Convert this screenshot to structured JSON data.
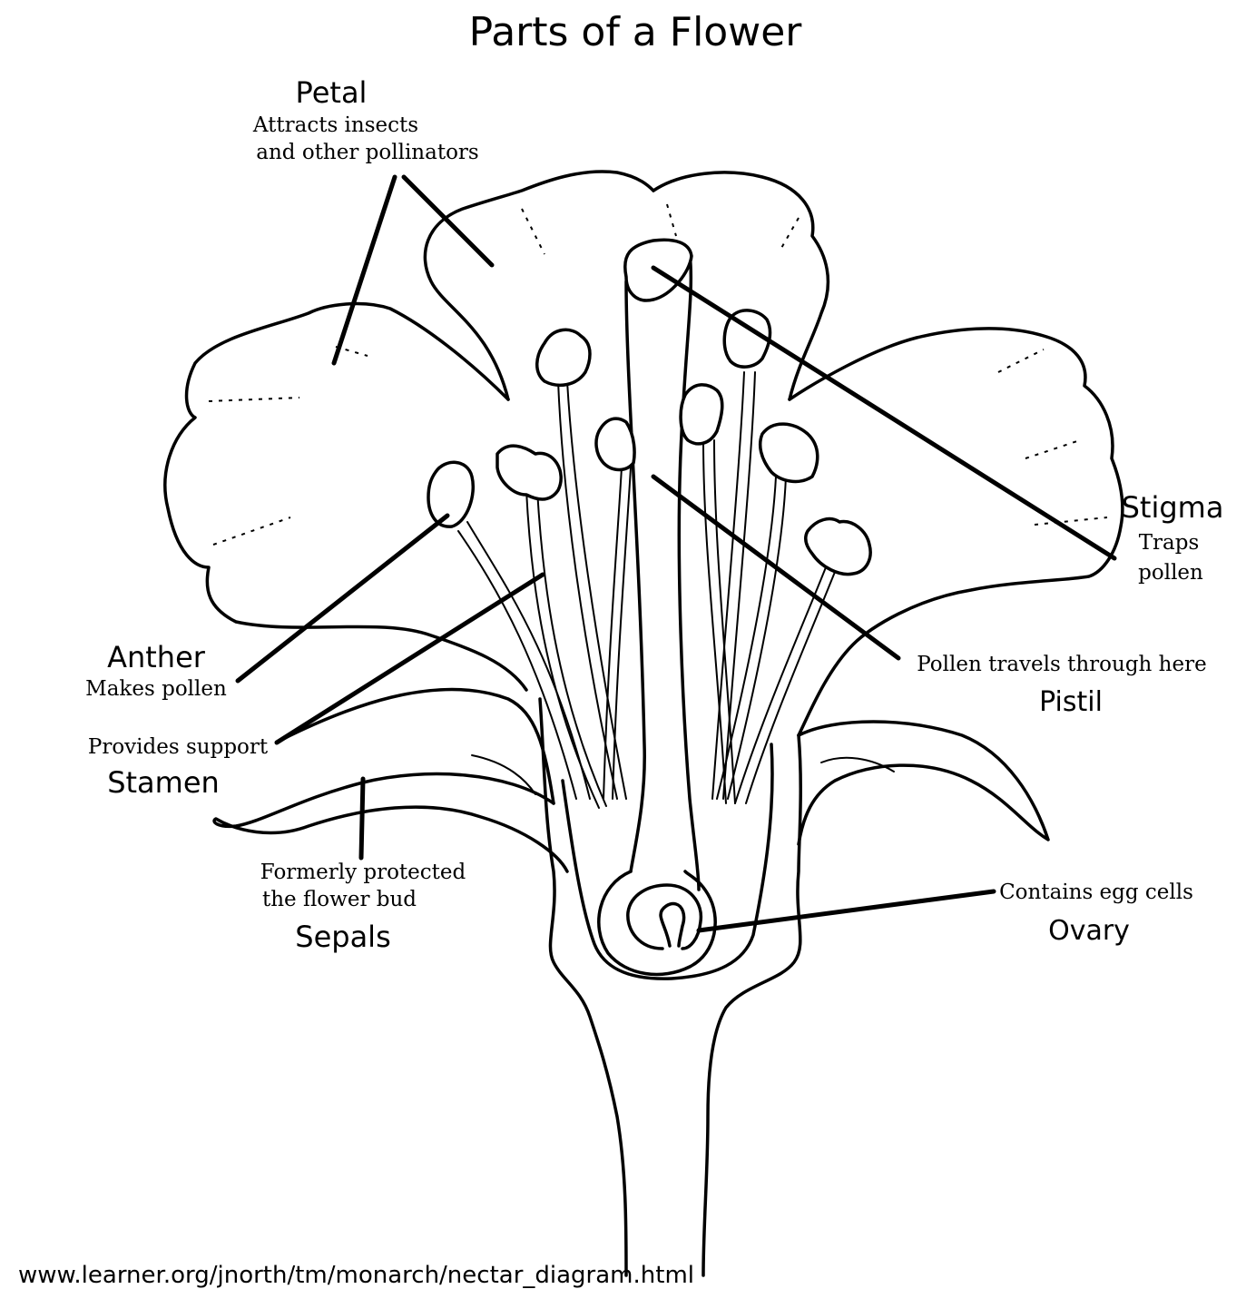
{
  "title": "Parts of a Flower",
  "labels": {
    "petal": {
      "name": "Petal",
      "desc_line1": "Attracts insects",
      "desc_line2": "and other pollinators"
    },
    "stigma": {
      "name": "Stigma",
      "desc_line1": "Traps",
      "desc_line2": "pollen"
    },
    "anther": {
      "name": "Anther",
      "desc": "Makes pollen"
    },
    "pistil": {
      "name": "Pistil",
      "desc": "Pollen travels through here"
    },
    "stamen": {
      "name": "Stamen",
      "desc": "Provides support"
    },
    "sepals": {
      "name": "Sepals",
      "desc_line1": "Formerly protected",
      "desc_line2": "the flower bud"
    },
    "ovary": {
      "name": "Ovary",
      "desc": "Contains egg cells"
    }
  },
  "source_url": "www.learner.org/jnorth/tm/monarch/nectar_diagram.html"
}
